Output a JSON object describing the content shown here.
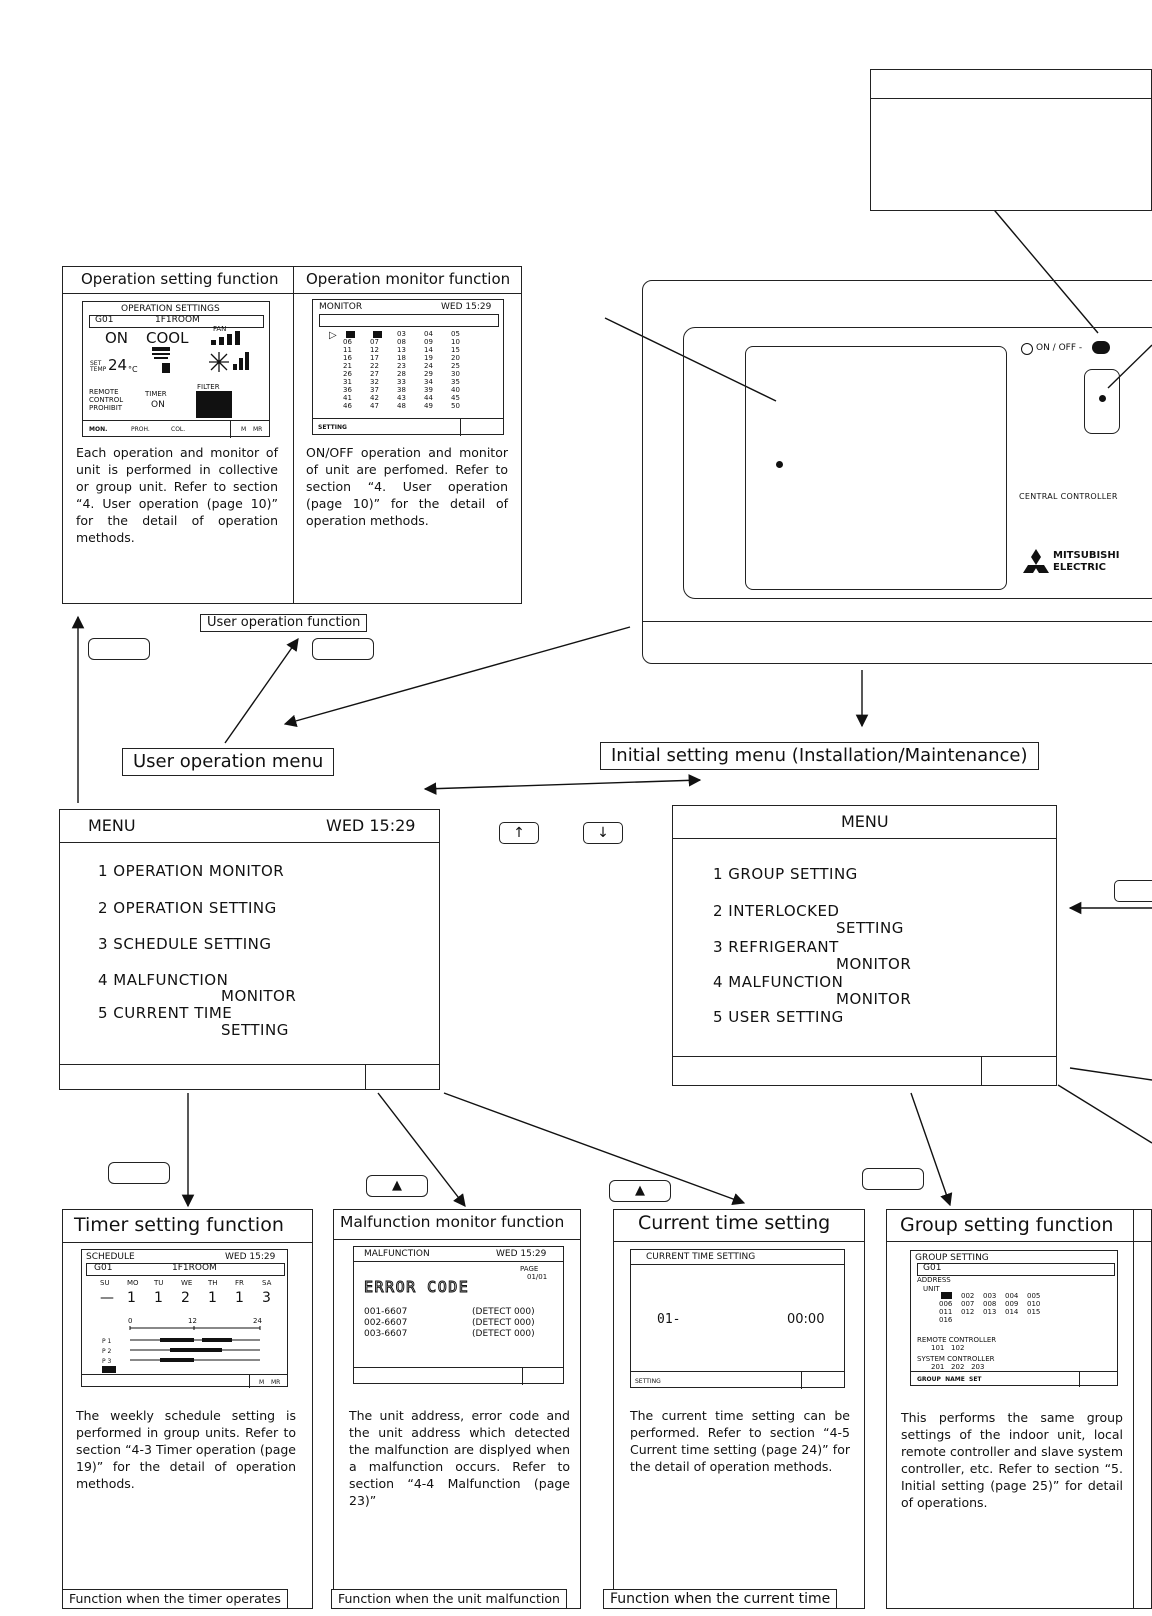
{
  "user_menu_label": "User operation menu",
  "initial_menu_label": "Initial setting menu (Installation∕Maintenance)",
  "user_function_label": "User operation function",
  "controller": {
    "on_off": "ON / OFF -",
    "model": "CENTRAL CONTROLLER",
    "brand_line1": "MITSUBISHI",
    "brand_line2": "ELECTRIC"
  },
  "op_setting": {
    "title": "Operation setting function",
    "screen_title": "OPERATION SETTINGS",
    "group": "G01",
    "room": "1F1ROOM",
    "on": "ON",
    "mode": "COOL",
    "fan": "FAN",
    "set": "SET",
    "temp_label": "TEMP",
    "temp": "24",
    "unit": "°C",
    "remote_l1": "REMOTE",
    "remote_l2": "CONTROL",
    "remote_l3": "PROHIBIT",
    "timer": "TIMER",
    "timer_val": "ON",
    "filter": "FILTER",
    "footer": [
      "MON.",
      "PROH.",
      "COL.",
      "M",
      "MR"
    ],
    "caption": "Each operation and monitor of unit is performed in collective or group unit. Refer to section “4. User operation (page 10)” for the detail of operation methods."
  },
  "op_monitor": {
    "title": "Operation monitor function",
    "screen_title": "MONITOR",
    "time": "WED  15:29",
    "cursor": "▷",
    "numbers": [
      [
        "",
        "",
        "03",
        "04",
        "05"
      ],
      [
        "06",
        "07",
        "08",
        "09",
        "10"
      ],
      [
        "11",
        "12",
        "13",
        "14",
        "15"
      ],
      [
        "16",
        "17",
        "18",
        "19",
        "20"
      ],
      [
        "21",
        "22",
        "23",
        "24",
        "25"
      ],
      [
        "26",
        "27",
        "28",
        "29",
        "30"
      ],
      [
        "31",
        "32",
        "33",
        "34",
        "35"
      ],
      [
        "36",
        "37",
        "38",
        "39",
        "40"
      ],
      [
        "41",
        "42",
        "43",
        "44",
        "45"
      ],
      [
        "46",
        "47",
        "48",
        "49",
        "50"
      ]
    ],
    "footer": "SETTING",
    "caption": "ON∕OFF operation and monitor of unit are perfomed. Refer to section “4. User operation (page 10)” for the detail of operation methods."
  },
  "user_menu": {
    "title": "MENU",
    "time": "WED  15:29",
    "items": [
      "1  OPERATION MONITOR",
      "2  OPERATION SETTING",
      "3  SCHEDULE SETTING",
      "4  MALFUNCTION",
      "MONITOR",
      "5  CURRENT TIME",
      "SETTING"
    ]
  },
  "init_menu": {
    "title": "MENU",
    "items": [
      "1  GROUP SETTING",
      "2  INTERLOCKED",
      "SETTING",
      "3  REFRIGERANT",
      "MONITOR",
      "4  MALFUNCTION",
      "MONITOR",
      "5  USER SETTING"
    ]
  },
  "timer": {
    "title": "Timer setting function",
    "screen_title": "SCHEDULE",
    "time": "WED  15:29",
    "group": "G01",
    "room": "1F1ROOM",
    "days": [
      "SU",
      "MO",
      "TU",
      "WE",
      "TH",
      "FR",
      "SA"
    ],
    "vals": [
      "—",
      "1",
      "1",
      "2",
      "1",
      "1",
      "3"
    ],
    "ticks": [
      "0",
      "12",
      "24"
    ],
    "programs": [
      "P 1",
      "P 2",
      "P 3"
    ],
    "footer": [
      "M",
      "MR"
    ],
    "caption": "The weekly schedule setting is performed in group units. Refer to section “4-3 Timer operation (page 19)” for the detail of operation methods.",
    "bottom": "Function when the timer operates"
  },
  "malfunction": {
    "title": "Malfunction monitor function",
    "screen_title": "MALFUNCTION",
    "time": "WED  15:29",
    "page": "PAGE",
    "page_no": "01/01",
    "heading": "ERROR CODE",
    "rows": [
      [
        "001-6607",
        "(DETECT 000)"
      ],
      [
        "002-6607",
        "(DETECT 000)"
      ],
      [
        "003-6607",
        "(DETECT 000)"
      ]
    ],
    "caption": "The unit address, error code and the unit address which detected the malfunction are displyed when a malfunction occurs. Refer to section “4-4 Malfunction (page 23)”",
    "bottom": "Function when the unit malfunction"
  },
  "current_time": {
    "title": "Current time setting",
    "screen_title": "CURRENT TIME SETTING",
    "day": "01-",
    "time": "00:00",
    "footer": "SETTING",
    "caption": "The current time setting can be performed. Refer to section “4-5 Current time setting (page 24)” for the detail of operation methods.",
    "bottom": "Function when the current time"
  },
  "group": {
    "title": "Group setting function",
    "screen_title": "GROUP SETTING",
    "group": "G01",
    "address": "ADDRESS",
    "unit": "UNIT",
    "unit_rows": [
      [
        "",
        "002",
        "003",
        "004",
        "005"
      ],
      [
        "006",
        "007",
        "008",
        "009",
        "010"
      ],
      [
        "011",
        "012",
        "013",
        "014",
        "015"
      ],
      [
        "016",
        "",
        "",
        "",
        ""
      ]
    ],
    "remote": "REMOTE CONTROLLER",
    "remote_vals": "101   102",
    "system": "SYSTEM CONTROLLER",
    "system_vals": "201   202   203",
    "footer": "GROUP  NAME  SET",
    "caption": "This performs the same group settings of the indoor unit, local remote controller and slave system controller, etc. Refer to section “5. Initial setting (page 25)” for detail of operations."
  }
}
